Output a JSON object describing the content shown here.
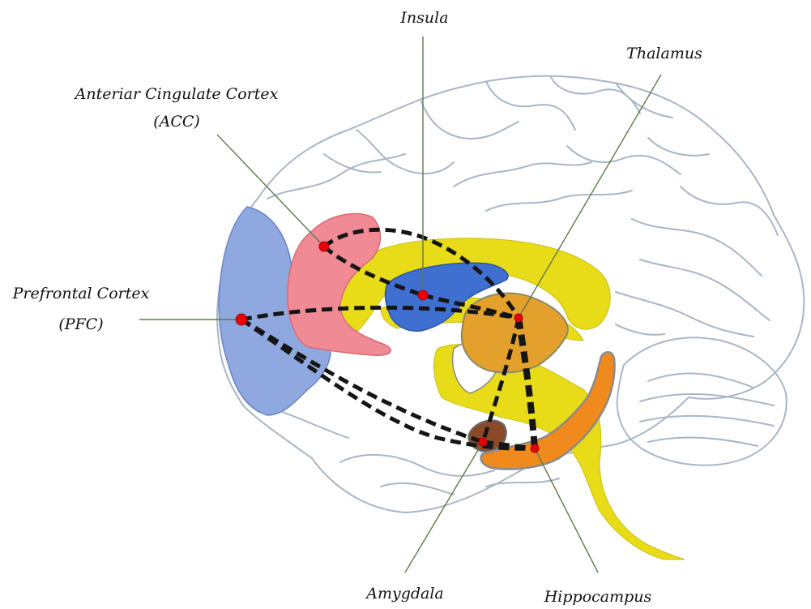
{
  "labels": {
    "insula": "Insula",
    "thalamus": "Thalamus",
    "acc_line1": "Anteriar Cingulate Cortex",
    "acc_line2": "(ACC)",
    "pfc_line1": "Prefrontal Cortex",
    "pfc_line2": "(PFC)",
    "amygdala": "Amygdala",
    "hippocampus": "Hippocampus"
  },
  "colors": {
    "pfc": "#8fa8e0",
    "acc": "#f08a94",
    "insula": "#3f6fd0",
    "thalamus": "#e3a02c",
    "amygdala": "#8a4a2a",
    "hippocampus": "#f08a1c",
    "corpus_callosum": "#e8dc18",
    "brain_outline": "#aab6c6",
    "connections": "#151515",
    "nodes": "#e8000b"
  }
}
